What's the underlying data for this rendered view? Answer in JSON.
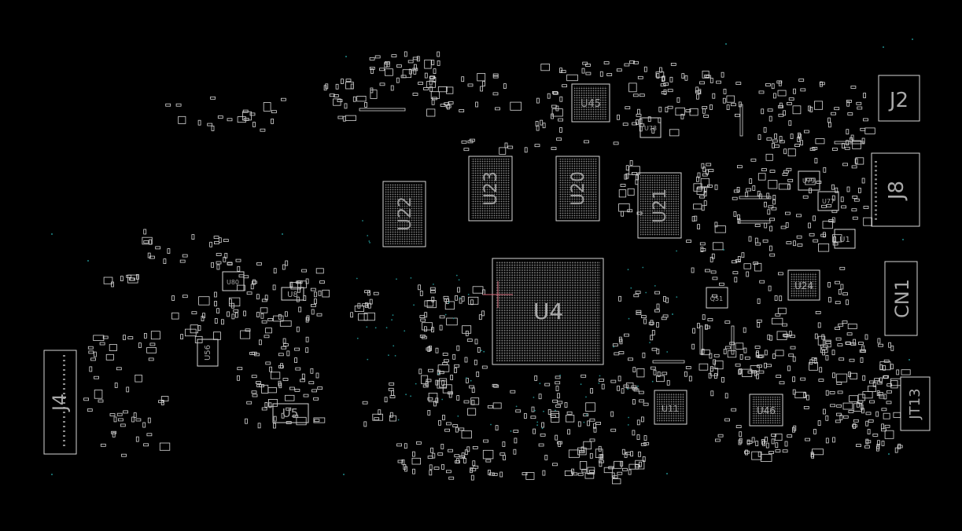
{
  "colors": {
    "background": "#000000",
    "outline": "#d6d6d6",
    "label": "#9a9a9a",
    "pad": "#8a8a8a",
    "via": "#1f8a8a",
    "cursor": "#d86a7a"
  },
  "labels": {
    "u4": "U4",
    "u22": "U22",
    "u23": "U23",
    "u20": "U20",
    "u21": "U21",
    "u45": "U45",
    "u24": "U24",
    "u46": "U46",
    "u1": "U1",
    "u5": "U5",
    "u8": "U8",
    "u56": "U56",
    "u80": "U80",
    "u78": "U78",
    "u79": "U79",
    "u77": "U77",
    "q51": "Q51",
    "j2": "J2",
    "j8": "J8",
    "cn1": "CN1",
    "j4": "J4",
    "jt13": "JT13",
    "u11": "U11"
  }
}
